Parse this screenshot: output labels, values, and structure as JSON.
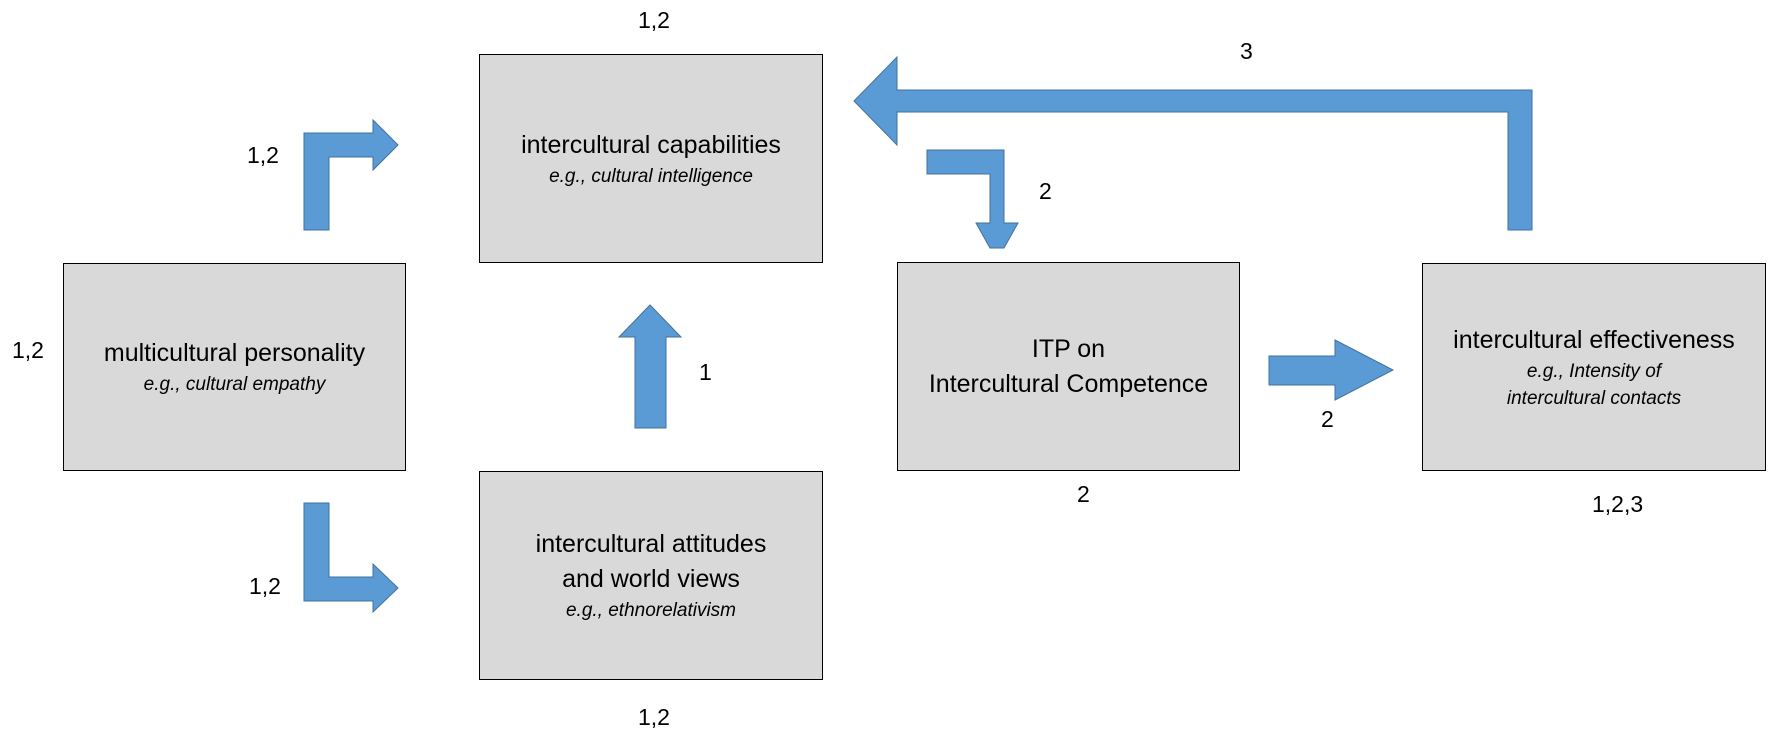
{
  "boxes": {
    "capabilities": {
      "title": "intercultural capabilities",
      "example": "e.g., cultural intelligence"
    },
    "personality": {
      "title": "multicultural personality",
      "example": "e.g., cultural empathy"
    },
    "attitudes": {
      "title_line1": "intercultural attitudes",
      "title_line2": "and world views",
      "example": "e.g., ethnorelativism"
    },
    "itp": {
      "title_line1": "ITP on",
      "title_line2": "Intercultural Competence"
    },
    "effectiveness": {
      "title": "intercultural effectiveness",
      "example_line1": "e.g., Intensity of",
      "example_line2": "intercultural contacts"
    }
  },
  "labels": {
    "capabilities_top": "1,2",
    "personality_left": "1,2",
    "arrow_personality_to_capabilities": "1,2",
    "arrow_personality_to_attitudes": "1,2",
    "attitudes_bottom": "1,2",
    "arrow_attitudes_to_capabilities": "1",
    "arrow_capabilities_to_itp": "2",
    "itp_bottom": "2",
    "arrow_itp_to_effectiveness": "2",
    "effectiveness_bottom": "1,2,3",
    "arrow_effectiveness_to_capabilities": "3"
  },
  "colors": {
    "arrow_fill": "#5b9bd5",
    "arrow_stroke": "#41719c",
    "box_fill": "#d9d9d9",
    "box_border": "#000000"
  }
}
